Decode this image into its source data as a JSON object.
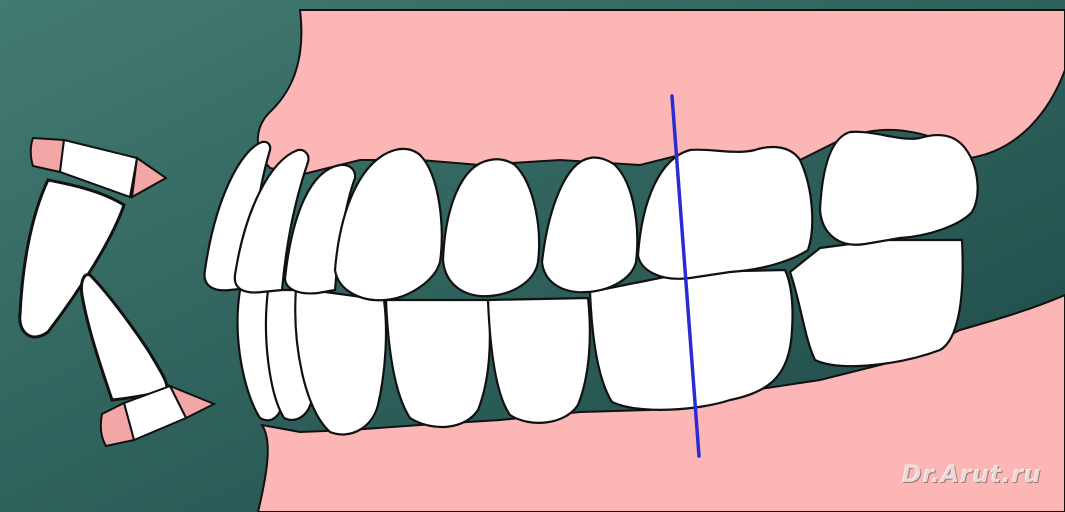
{
  "watermark": {
    "text": "Dr.Arut.ru"
  },
  "colors": {
    "background_light": "#3f7a70",
    "background_dark": "#1d4a47",
    "gum": "#fbb6b5",
    "tooth": "#ffffff",
    "outline": "#111111",
    "reference_line": "#2b2bd6"
  },
  "icons": {
    "inset": "incisor-cross-section-pair",
    "reference": "vertical-molar-reference-line"
  }
}
